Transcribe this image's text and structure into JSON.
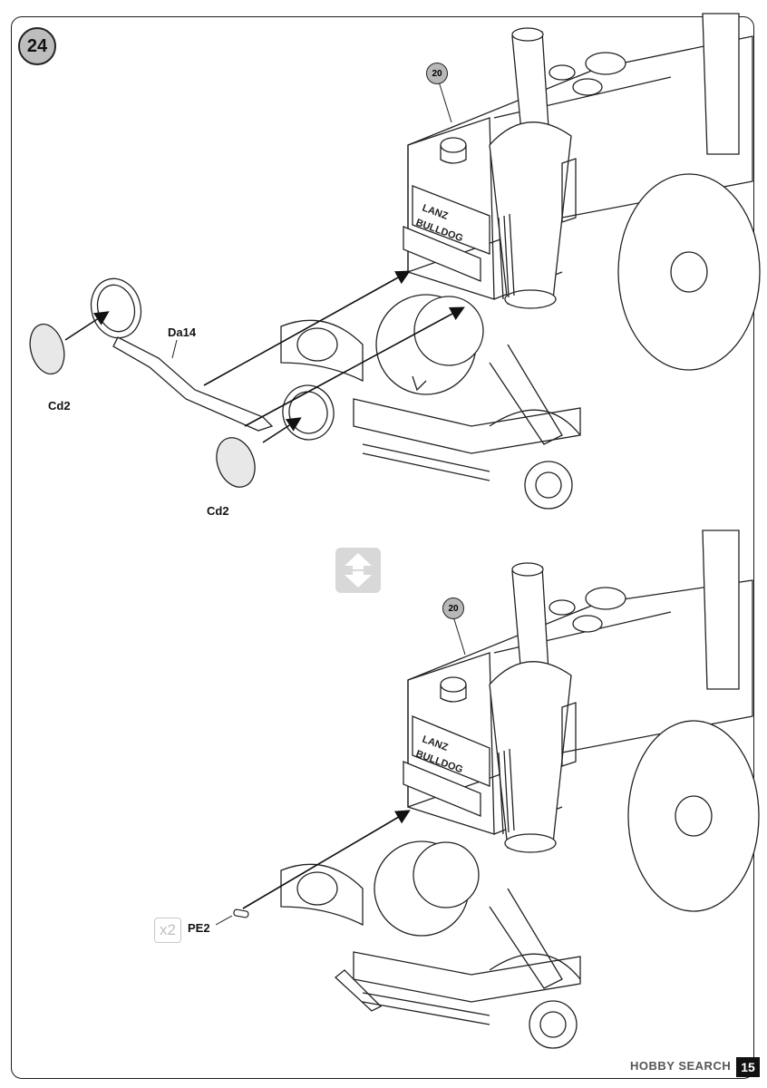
{
  "step": {
    "number": "24"
  },
  "top_panel": {
    "ref_badge": "20",
    "labels": {
      "da14": "Da14",
      "cd2_left": "Cd2",
      "cd2_bottom": "Cd2"
    }
  },
  "bottom_panel": {
    "ref_badge": "20",
    "quantity": "x2",
    "labels": {
      "pe2": "PE2"
    }
  },
  "nameplate": {
    "line1": "LANZ",
    "line2": "BULLDOG"
  },
  "watermark": {
    "brand": "HOBBY SEARCH",
    "page_number": "15"
  },
  "icons": {
    "swap": "up-down-arrows-icon",
    "step": "circle-number-badge"
  }
}
